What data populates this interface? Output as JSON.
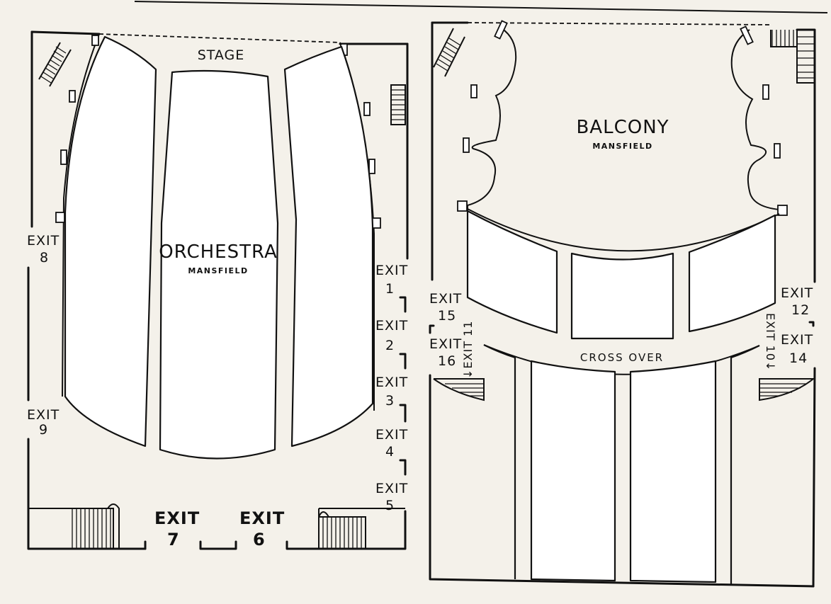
{
  "orchestra": {
    "stage": "STAGE",
    "title": "ORCHESTRA",
    "subtitle": "MANSFIELD",
    "exits": {
      "e8_word": "EXIT",
      "e8_num": "8",
      "e9_word": "EXIT",
      "e9_num": "9",
      "e1_word": "EXIT",
      "e1_num": "1",
      "e2_word": "EXIT",
      "e2_num": "2",
      "e3_word": "EXIT",
      "e3_num": "3",
      "e4_word": "EXIT",
      "e4_num": "4",
      "e5_word": "EXIT",
      "e5_num": "5",
      "e7_word": "EXIT",
      "e7_num": "7",
      "e6_word": "EXIT",
      "e6_num": "6"
    }
  },
  "balcony": {
    "title": "BALCONY",
    "subtitle": "MANSFIELD",
    "crossover": "CROSS OVER",
    "exits": {
      "e15_word": "EXIT",
      "e15_num": "15",
      "e16_word": "EXIT",
      "e16_num": "16",
      "e11": "↓EXIT 11",
      "e12_word": "EXIT",
      "e12_num": "12",
      "e14_word": "EXIT",
      "e14_num": "14",
      "e10": "EXIT 10↓"
    }
  }
}
